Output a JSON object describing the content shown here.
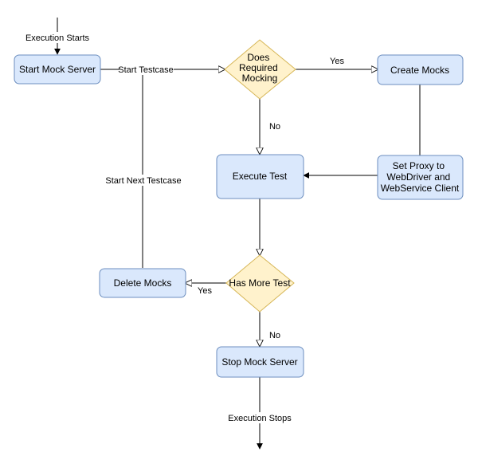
{
  "colors": {
    "process_fill": "#dae8fc",
    "process_stroke": "#6c8ebf",
    "decision_fill": "#fff2cc",
    "decision_stroke": "#d6b656",
    "edge": "#000000"
  },
  "nodes": {
    "start_mock_server": "Start Mock Server",
    "does_required_mocking": [
      "Does",
      "Required",
      "Mocking"
    ],
    "create_mocks": "Create Mocks",
    "execute_test": "Execute Test",
    "set_proxy": [
      "Set Proxy to",
      "WebDriver and",
      "WebService Client"
    ],
    "delete_mocks": "Delete Mocks",
    "has_more_test": "Has More Test",
    "stop_mock_server": "Stop Mock Server"
  },
  "edge_labels": {
    "execution_starts": "Execution Starts",
    "start_testcase": "Start Testcase",
    "yes_mocking": "Yes",
    "no_mocking": "No",
    "start_next_testcase": "Start Next Testcase",
    "yes_more_test": "Yes",
    "no_more_test": "No",
    "execution_stops": "Execution Stops"
  }
}
